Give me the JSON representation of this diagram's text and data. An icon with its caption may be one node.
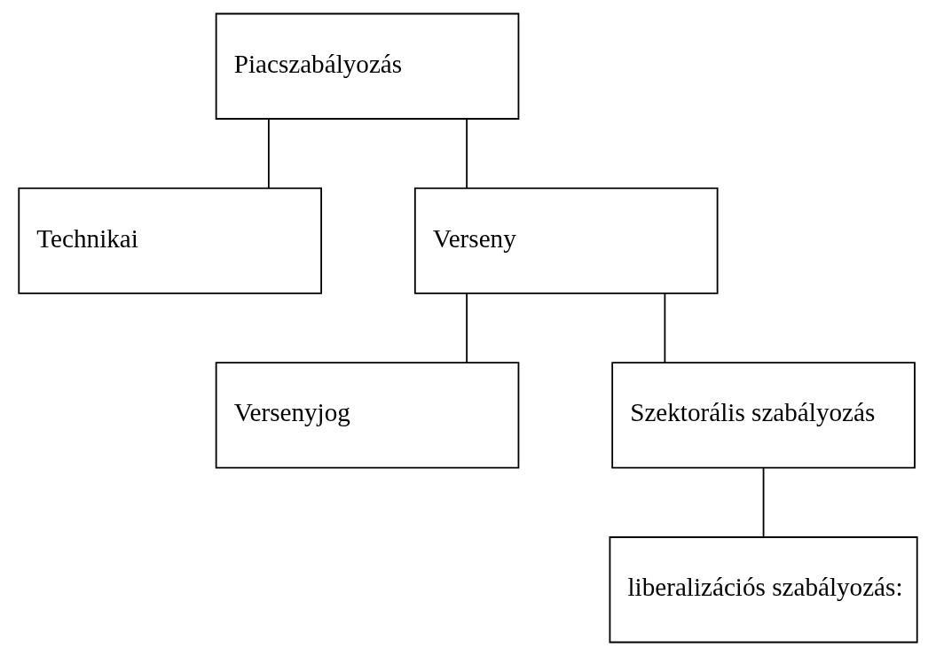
{
  "diagram": {
    "nodes": [
      {
        "text": [
          "Piacszabályozás"
        ]
      },
      {
        "text": [
          "Technikai"
        ]
      },
      {
        "text": [
          "Verseny"
        ]
      },
      {
        "text": [
          "Versenyjog"
        ]
      },
      {
        "text": [
          "Szektorális szabályozás"
        ]
      },
      {
        "text": [
          "liberalizációs szabályozás:"
        ]
      }
    ],
    "edges": [
      {
        "from": 0,
        "to": 1,
        "arrow": "none"
      },
      {
        "from": 0,
        "to": 2,
        "arrow": "none"
      },
      {
        "from": 2,
        "to": 3,
        "arrow": "none"
      },
      {
        "from": 2,
        "to": 4,
        "arrow": "none"
      },
      {
        "from": 4,
        "to": 5,
        "arrow": "none"
      }
    ]
  }
}
